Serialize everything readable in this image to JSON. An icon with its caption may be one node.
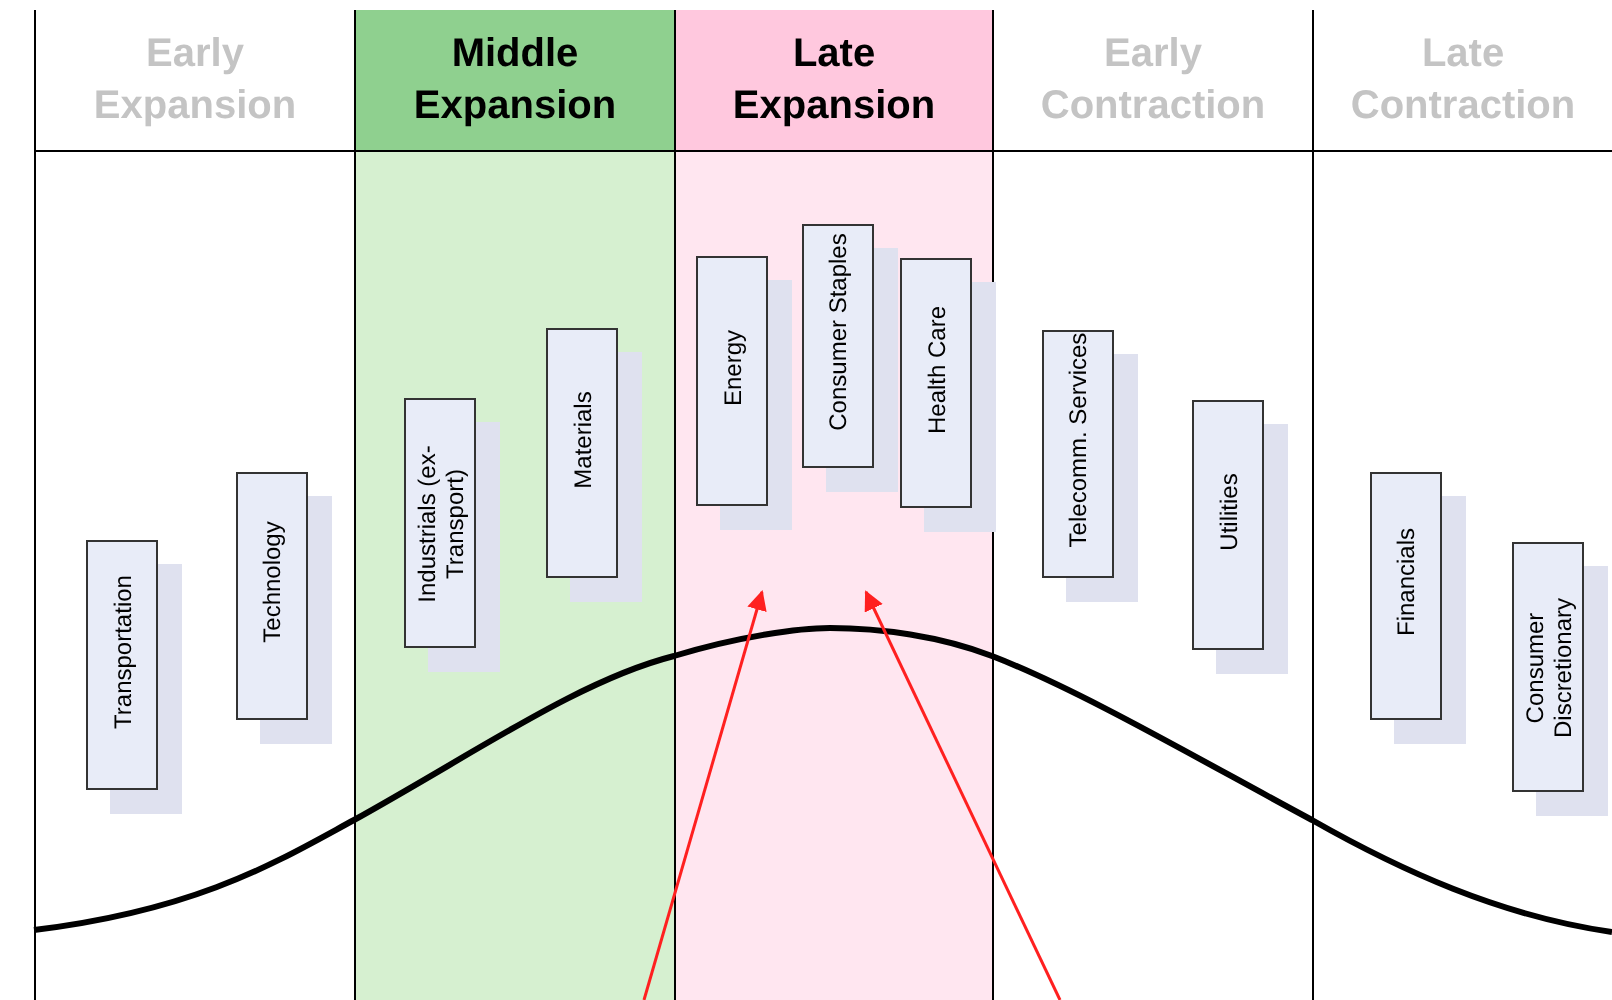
{
  "diagram": {
    "nodes": [
      {
        "text": [
          "Early Expansion"
        ]
      },
      {
        "text": [
          "Middle Expansion"
        ]
      },
      {
        "text": [
          "Late Expansion"
        ]
      },
      {
        "text": [
          "Early Contraction"
        ]
      },
      {
        "text": [
          "Late Contraction"
        ]
      },
      {
        "text": [
          "Transportation"
        ],
        "in": 0
      },
      {
        "text": [
          "Technology"
        ],
        "in": 0
      },
      {
        "text": [
          "Industrials (ex-Transport)"
        ],
        "in": 1
      },
      {
        "text": [
          "Materials"
        ],
        "in": 1
      },
      {
        "text": [
          "Energy"
        ],
        "in": 2
      },
      {
        "text": [
          "Consumer Staples"
        ],
        "in": 2
      },
      {
        "text": [
          "Health Care"
        ],
        "in": 2
      },
      {
        "text": [
          "Telecomm. Services"
        ],
        "in": 3
      },
      {
        "text": [
          "Utilities"
        ],
        "in": 3
      },
      {
        "text": [
          "Financials"
        ],
        "in": 4
      },
      {
        "text": [
          "Consumer Discretionary"
        ],
        "in": 4
      }
    ]
  }
}
